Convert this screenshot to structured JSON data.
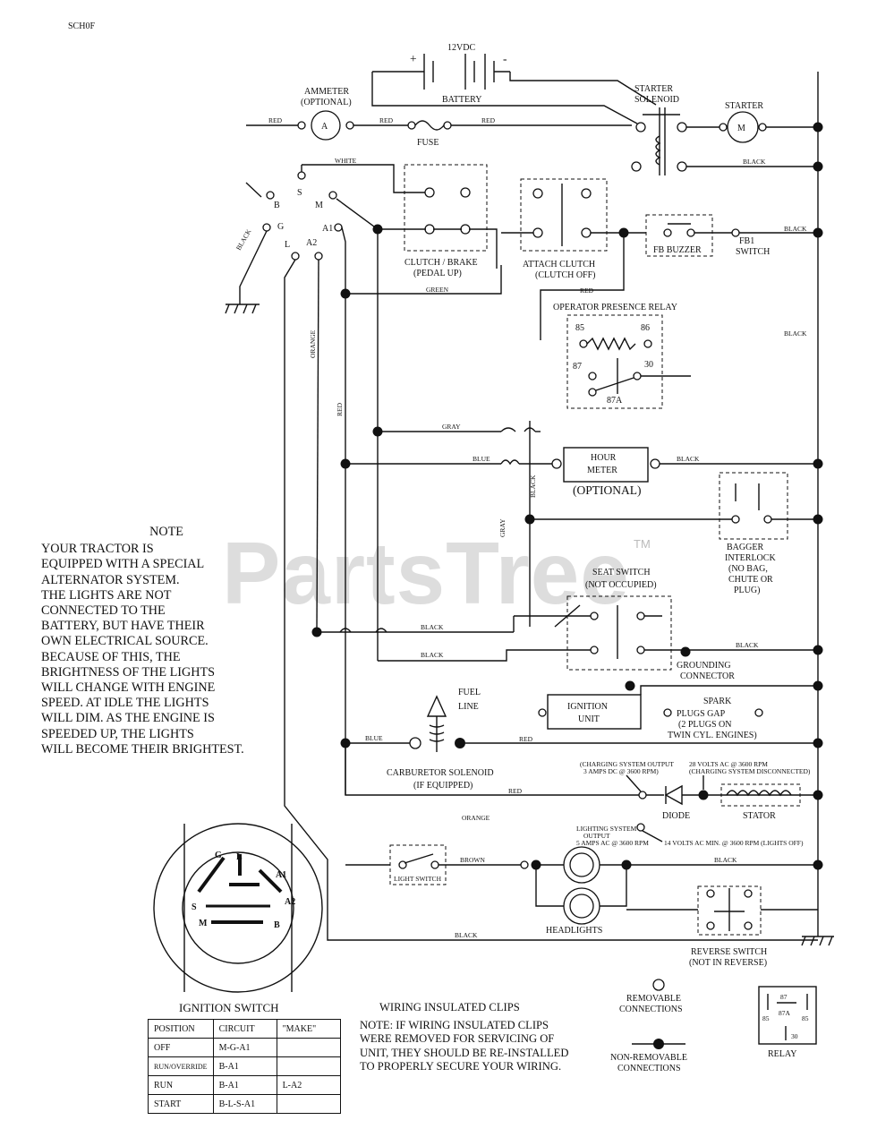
{
  "code": "SCH0F",
  "watermark": {
    "text": "PartsTree",
    "tm": "TM"
  },
  "labels": {
    "battery_voltage": "12VDC",
    "battery": "BATTERY",
    "plus": "+",
    "minus": "-",
    "ammeter": "AMMETER",
    "ammeter_opt": "(OPTIONAL)",
    "ammeter_sym": "A",
    "red": "RED",
    "fuse": "FUSE",
    "starter_solenoid_1": "STARTER",
    "starter_solenoid_2": "SOLENOID",
    "starter": "STARTER",
    "motor_sym": "M",
    "black": "BLACK",
    "white": "WHITE",
    "green": "GREEN",
    "orange": "ORANGE",
    "gray": "GRAY",
    "blue": "BLUE",
    "brown": "BROWN",
    "clutch_1": "CLUTCH / BRAKE",
    "clutch_2": "(PEDAL UP)",
    "attach_1": "ATTACH CLUTCH",
    "attach_2": "(CLUTCH OFF)",
    "fb_buzzer": "FB BUZZER",
    "fb_switch_1": "FB1",
    "fb_switch_2": "SWITCH",
    "opr_relay": "OPERATOR PRESENCE RELAY",
    "r85": "85",
    "r86": "86",
    "r87": "87",
    "r30": "30",
    "r87a": "87A",
    "hour_meter_1": "HOUR",
    "hour_meter_2": "METER",
    "hour_opt": "(OPTIONAL)",
    "bagger_1": "BAGGER",
    "bagger_2": "INTERLOCK",
    "bagger_3": "(NO BAG,",
    "bagger_4": "CHUTE OR",
    "bagger_5": "PLUG)",
    "seat_1": "SEAT SWITCH",
    "seat_2": "(NOT OCCUPIED)",
    "ground_1": "GROUNDING",
    "ground_2": "CONNECTOR",
    "fuel_1": "FUEL",
    "fuel_2": "LINE",
    "ign_unit_1": "IGNITION",
    "ign_unit_2": "UNIT",
    "spark_1": "SPARK",
    "spark_2": "PLUGS GAP",
    "spark_3": "(2 PLUGS ON",
    "spark_4": "TWIN CYL. ENGINES)",
    "carb_1": "CARBURETOR SOLENOID",
    "carb_2": "(IF EQUIPPED)",
    "charge_out": "(CHARGING SYSTEM OUTPUT",
    "charge_out_2": "3 AMPS DC @ 3600 RPM)",
    "charge_volts": "28 VOLTS AC @ 3600 RPM",
    "charge_volts_2": "(CHARGING SYSTEM DISCONNECTED)",
    "diode": "DIODE",
    "stator": "STATOR",
    "light_out_1": "LIGHTING SYSTEM",
    "light_out_2": "OUTPUT",
    "light_out_3": "5 AMPS AC @ 3600 RPM",
    "light_volts": "14 VOLTS AC MIN. @ 3600 RPM (LIGHTS OFF)",
    "light_switch": "LIGHT SWITCH",
    "headlights": "HEADLIGHTS",
    "reverse_1": "REVERSE SWITCH",
    "reverse_2": "(NOT IN REVERSE)",
    "ign_B": "B",
    "ign_S": "S",
    "ign_M": "M",
    "ign_G": "G",
    "ign_L": "L",
    "ign_A1": "A1",
    "ign_A2": "A2",
    "wiring_clips": "WIRING INSULATED CLIPS",
    "removable_1": "REMOVABLE",
    "removable_2": "CONNECTIONS",
    "nonremovable_1": "NON-REMOVABLE",
    "nonremovable_2": "CONNECTIONS",
    "relay": "RELAY",
    "relay_87": "87",
    "relay_87a": "87A",
    "relay_85": "85",
    "relay_86": "85",
    "relay_30": "30"
  },
  "note": {
    "title": "NOTE",
    "lines": [
      "YOUR TRACTOR IS",
      "EQUIPPED WITH A SPECIAL",
      "ALTERNATOR SYSTEM.",
      "THE LIGHTS ARE NOT",
      "CONNECTED TO THE",
      "BATTERY, BUT HAVE THEIR",
      "OWN ELECTRICAL SOURCE.",
      "BECAUSE OF THIS, THE",
      "BRIGHTNESS OF THE LIGHTS",
      "WILL CHANGE WITH ENGINE",
      "SPEED.  AT IDLE THE LIGHTS",
      "WILL DIM.  AS THE ENGINE IS",
      "SPEEDED UP, THE LIGHTS",
      "WILL BECOME THEIR BRIGHTEST."
    ]
  },
  "clips_note": [
    "NOTE: IF WIRING INSULATED CLIPS",
    "WERE REMOVED FOR SERVICING OF",
    " UNIT, THEY SHOULD BE RE-INSTALLED",
    "TO PROPERLY SECURE YOUR WIRING."
  ],
  "ignition_switch": {
    "title": "IGNITION SWITCH",
    "header": [
      "POSITION",
      "CIRCUIT",
      "\"MAKE\""
    ],
    "rows": [
      [
        "OFF",
        "M-G-A1",
        ""
      ],
      [
        "RUN/OVERRIDE",
        "B-A1",
        ""
      ],
      [
        "RUN",
        "B-A1",
        "L-A2"
      ],
      [
        "START",
        "B-L-S-A1",
        ""
      ]
    ]
  }
}
